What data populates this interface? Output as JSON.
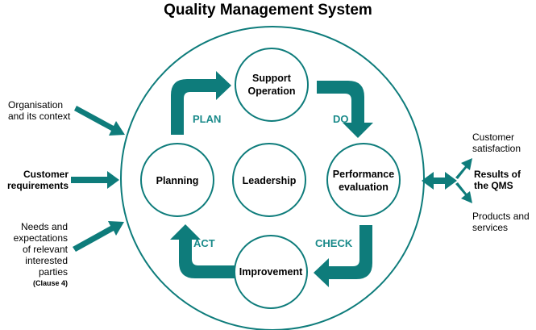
{
  "title": "Quality Management System",
  "nodes": {
    "support_operation": [
      "Support",
      "Operation"
    ],
    "planning": [
      "Planning"
    ],
    "leadership": [
      "Leadership"
    ],
    "performance_evaluation": [
      "Performance",
      "evaluation"
    ],
    "improvement": [
      "Improvement"
    ]
  },
  "cycle_labels": {
    "plan": "PLAN",
    "do": "DO",
    "check": "CHECK",
    "act": "ACT"
  },
  "inputs": {
    "organisation": "Organisation\nand its context",
    "customer_requirements": "Customer\nrequirements",
    "needs": "Needs and\nexpectations\nof relevant\ninterested\nparties",
    "clause": "(Clause 4)"
  },
  "outputs": {
    "customer_satisfaction": "Customer\nsatisfaction",
    "results": "Results of\nthe QMS",
    "products_services": "Products and\nservices"
  },
  "colors": {
    "teal": "#0e7c7b",
    "label_teal": "#1a8a8a",
    "circle_stroke": "#0e7c7b"
  }
}
